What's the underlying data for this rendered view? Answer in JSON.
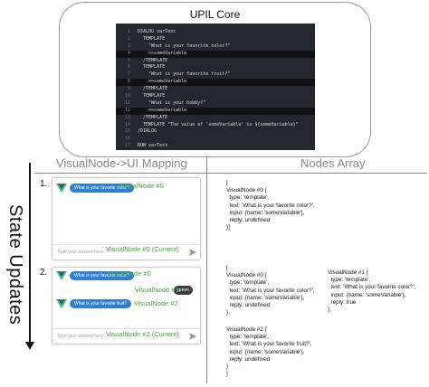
{
  "core": {
    "title": "UPIL Core",
    "code_lines": [
      {
        "n": "1",
        "text": "DIALOG varTest",
        "hl": false
      },
      {
        "n": "2",
        "text": "  TEMPLATE",
        "hl": false
      },
      {
        "n": "3",
        "text": "    \"What is your favorite color?\"",
        "hl": false
      },
      {
        "n": "4",
        "text": "    >>someVariable",
        "hl": true
      },
      {
        "n": "5",
        "text": "  /TEMPLATE",
        "hl": false
      },
      {
        "n": "6",
        "text": "  TEMPLATE",
        "hl": false
      },
      {
        "n": "7",
        "text": "    \"What is your favorite fruit?\"",
        "hl": false
      },
      {
        "n": "8",
        "text": "    >>someVariable",
        "hl": true
      },
      {
        "n": "9",
        "text": "  /TEMPLATE",
        "hl": false
      },
      {
        "n": "10",
        "text": "  TEMPLATE",
        "hl": false
      },
      {
        "n": "11",
        "text": "    \"What is your hobby?\"",
        "hl": false
      },
      {
        "n": "12",
        "text": "    >>someVariable",
        "hl": true
      },
      {
        "n": "13",
        "text": "  /TEMPLATE",
        "hl": false
      },
      {
        "n": "14",
        "text": "  TEMPLATE \"The value of 'someVariable' is ${someVariable}\"",
        "hl": false
      },
      {
        "n": "15",
        "text": "/DIALOG",
        "hl": false
      },
      {
        "n": "16",
        "text": "",
        "hl": false
      },
      {
        "n": "17",
        "text": "RUN varTest",
        "hl": false
      }
    ]
  },
  "headers": {
    "left": "VisualNode->UI Mapping",
    "right": "Nodes Array"
  },
  "side_label": "State Updates",
  "steps": [
    {
      "number": "1.",
      "bot_bubbles": [
        "What is your favorite color?"
      ],
      "node_labels": [
        "VisualNode #0"
      ],
      "answer_placeholder": "Type your answer here",
      "current_label": "VisualNode #0 (Current)",
      "nodes_text": "[\nVisualNode #0 {\n  type: 'template',\n  text: 'What is your favorite color?',\n  input: {name: 'someVariable'},\n  reply: undefined\n}]"
    },
    {
      "number": "2.",
      "bot_bubbles": [
        "What is your favorite color?",
        "What is your favorite fruit?"
      ],
      "node_labels": [
        "VisualNode #0",
        "VisualNode #2"
      ],
      "reply_node_label": "VisualNode #1",
      "user_reply": "green",
      "answer_placeholder": "Type your answer here",
      "current_label": "VisualNode #2 (Current)",
      "nodes_text_a": "[\nVisualNode #0 {\n  type: 'template',\n  text: 'What is your favorite color?',\n  input: {name: 'someVariable'},\n  reply: undefined\n},",
      "nodes_text_b": "VisualNode #1 {\n  type: 'template',\n  text: 'What is your favorite color?',\n  input: {name: 'someVariable'},\n  reply: true\n},",
      "nodes_text_c": "VisualNode #2 {\n  type: 'template',\n  text: 'What is your favorite fruit?',\n  input: {name: 'someVariable'},\n  reply: undefined\n}\n]"
    }
  ],
  "colors": {
    "code_bg": "#23272e",
    "bubble_blue": "#2f80d1",
    "label_green": "#47a83d",
    "user_bubble": "#3c3c3c"
  }
}
